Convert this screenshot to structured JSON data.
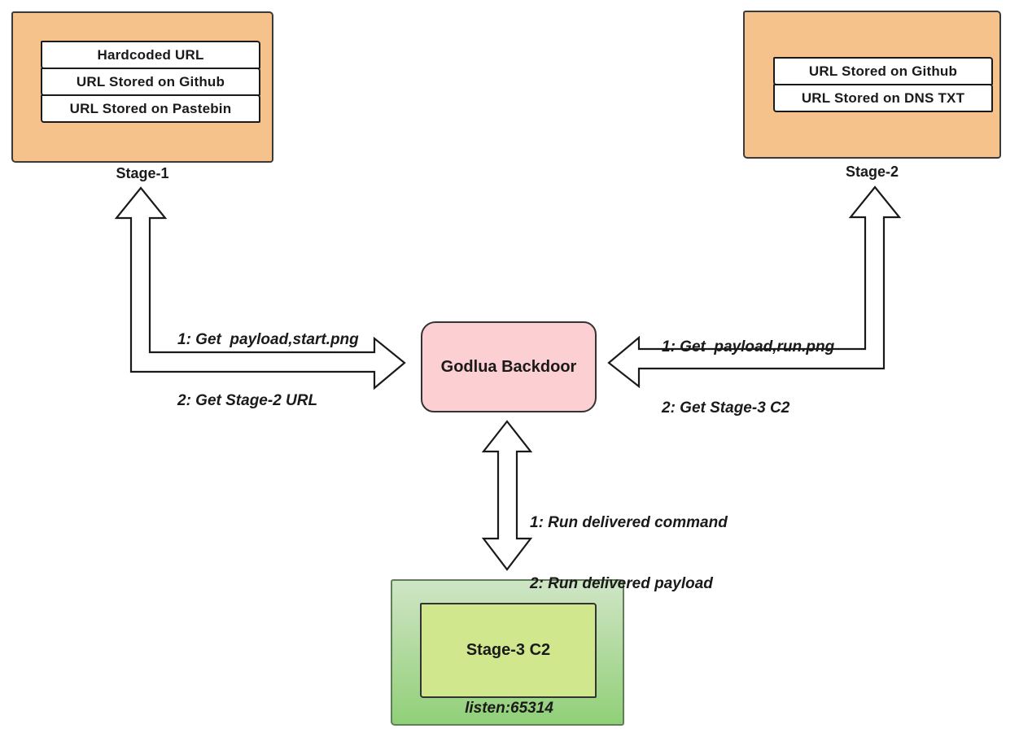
{
  "diagram": {
    "stage1": {
      "label": "Stage-1",
      "items": [
        "Hardcoded URL",
        "URL Stored on Github",
        "URL Stored on Pastebin"
      ]
    },
    "stage2": {
      "label": "Stage-2",
      "items": [
        "URL Stored on Github",
        "URL Stored on DNS TXT"
      ]
    },
    "backdoor": {
      "label": "Godlua Backdoor"
    },
    "stage3": {
      "label": "Stage-3 C2",
      "listen": "listen:65314"
    },
    "arrows": {
      "left": {
        "lines": [
          "1: Get  payload,start.png",
          "2: Get Stage-2 URL"
        ]
      },
      "right": {
        "lines": [
          "1: Get  payload,run.png",
          "2: Get Stage-3 C2"
        ]
      },
      "bottom": {
        "lines": [
          "1: Run delivered command",
          "2: Run delivered payload"
        ]
      }
    },
    "colors": {
      "stage_fill": "#f6c28c",
      "backdoor_fill": "#fccfd2",
      "c2_inner_fill": "#d0e78e",
      "c2_outer_gradient_top": "#cfe5c6",
      "c2_outer_gradient_bottom": "#90d078",
      "outline": "#1a1a1a",
      "arrow_fill": "#ffffff"
    }
  }
}
